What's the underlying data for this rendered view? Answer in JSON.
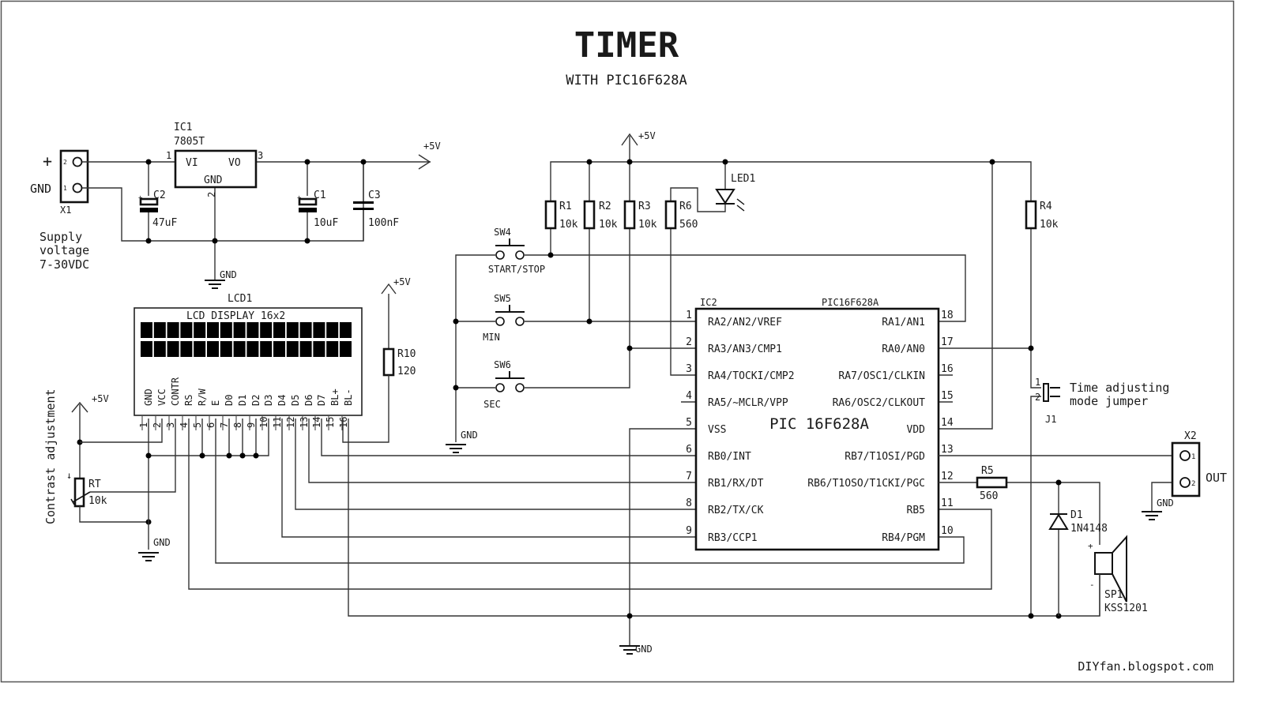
{
  "title": "TIMER",
  "subtitle": "WITH PIC16F628A",
  "credit": "DIYfan.blogspot.com",
  "nets": {
    "vcc": "+5V",
    "gnd": "GND"
  },
  "power_input": {
    "connector_ref": "X1",
    "plus_label": "+",
    "gnd_label": "GND",
    "pin1": "1",
    "pin2": "2",
    "note_lines": [
      "Supply",
      "voltage",
      "7-30VDC"
    ]
  },
  "regulator": {
    "ref": "IC1",
    "part": "7805T",
    "pin_vi": "VI",
    "pin_vo": "VO",
    "pin_gnd": "GND",
    "pin1": "1",
    "pin2": "2",
    "pin3": "3"
  },
  "capacitors": [
    {
      "ref": "C2",
      "value": "47uF",
      "polarized": true
    },
    {
      "ref": "C1",
      "value": "10uF",
      "polarized": true
    },
    {
      "ref": "C3",
      "value": "100nF",
      "polarized": false
    }
  ],
  "polarity_plus": "+",
  "polarity_minus": "-",
  "resistors": [
    {
      "ref": "R1",
      "value": "10k"
    },
    {
      "ref": "R2",
      "value": "10k"
    },
    {
      "ref": "R3",
      "value": "10k"
    },
    {
      "ref": "R6",
      "value": "560"
    },
    {
      "ref": "R4",
      "value": "10k"
    },
    {
      "ref": "R5",
      "value": "560"
    },
    {
      "ref": "R10",
      "value": "120"
    }
  ],
  "trimmer": {
    "ref": "RT",
    "value": "10k",
    "note": "Contrast adjustment"
  },
  "led": {
    "ref": "LED1"
  },
  "switches": [
    {
      "ref": "SW4",
      "label": "START/STOP"
    },
    {
      "ref": "SW5",
      "label": "MIN"
    },
    {
      "ref": "SW6",
      "label": "SEC"
    }
  ],
  "lcd": {
    "ref": "LCD1",
    "title": "LCD DISPLAY 16x2",
    "pins": [
      {
        "num": "1",
        "name": "GND"
      },
      {
        "num": "2",
        "name": "VCC"
      },
      {
        "num": "3",
        "name": "CONTR"
      },
      {
        "num": "4",
        "name": "RS"
      },
      {
        "num": "5",
        "name": "R/W"
      },
      {
        "num": "6",
        "name": "E"
      },
      {
        "num": "7",
        "name": "D0"
      },
      {
        "num": "8",
        "name": "D1"
      },
      {
        "num": "9",
        "name": "D2"
      },
      {
        "num": "10",
        "name": "D3"
      },
      {
        "num": "11",
        "name": "D4"
      },
      {
        "num": "12",
        "name": "D5"
      },
      {
        "num": "13",
        "name": "D6"
      },
      {
        "num": "14",
        "name": "D7"
      },
      {
        "num": "15",
        "name": "BL+"
      },
      {
        "num": "16",
        "name": "BL-"
      }
    ]
  },
  "mcu": {
    "ref": "IC2",
    "part": "PIC16F628A",
    "body_label": "PIC 16F628A",
    "left_pins": [
      {
        "num": "1",
        "name": "RA2/AN2/VREF"
      },
      {
        "num": "2",
        "name": "RA3/AN3/CMP1"
      },
      {
        "num": "3",
        "name": "RA4/TOCKI/CMP2"
      },
      {
        "num": "4",
        "name": "RA5/~MCLR/VPP"
      },
      {
        "num": "5",
        "name": "VSS"
      },
      {
        "num": "6",
        "name": "RB0/INT"
      },
      {
        "num": "7",
        "name": "RB1/RX/DT"
      },
      {
        "num": "8",
        "name": "RB2/TX/CK"
      },
      {
        "num": "9",
        "name": "RB3/CCP1"
      }
    ],
    "right_pins": [
      {
        "num": "18",
        "name": "RA1/AN1"
      },
      {
        "num": "17",
        "name": "RA0/AN0"
      },
      {
        "num": "16",
        "name": "RA7/OSC1/CLKIN"
      },
      {
        "num": "15",
        "name": "RA6/OSC2/CLKOUT"
      },
      {
        "num": "14",
        "name": "VDD"
      },
      {
        "num": "13",
        "name": "RB7/T1OSI/PGD"
      },
      {
        "num": "12",
        "name": "RB6/T1OSO/T1CKI/PGC"
      },
      {
        "num": "11",
        "name": "RB5"
      },
      {
        "num": "10",
        "name": "RB4/PGM"
      }
    ]
  },
  "jumper": {
    "ref": "J1",
    "pin1": "1",
    "pin2": "2",
    "note_lines": [
      "Time adjusting",
      "mode jumper"
    ]
  },
  "diode": {
    "ref": "D1",
    "part": "1N4148"
  },
  "speaker": {
    "ref": "SP1",
    "part": "KSS1201"
  },
  "output": {
    "ref": "X2",
    "label": "OUT",
    "pin1": "1",
    "pin2": "2"
  }
}
